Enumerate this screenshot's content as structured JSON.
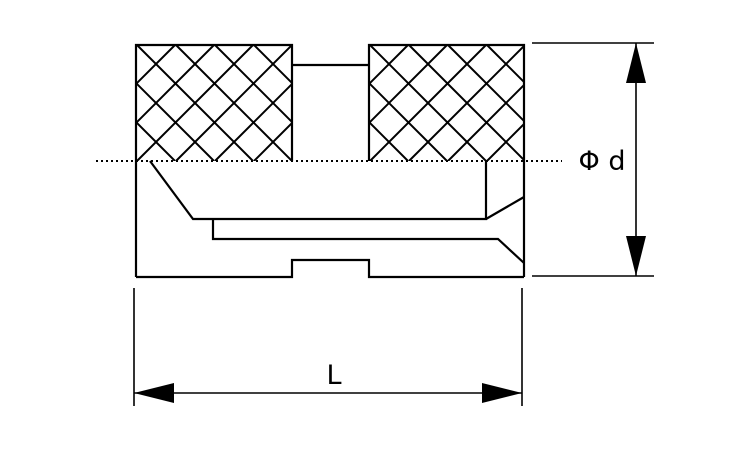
{
  "drawing": {
    "dimension_length_label": "L",
    "dimension_diameter_label": "Φ d",
    "colors": {
      "line": "#000000",
      "background": "#ffffff"
    },
    "parts": [
      "knurled-section-left",
      "knurled-section-right",
      "center-slot",
      "threaded-bore",
      "bottom-notch",
      "centerline",
      "length-dimension",
      "diameter-dimension"
    ]
  }
}
